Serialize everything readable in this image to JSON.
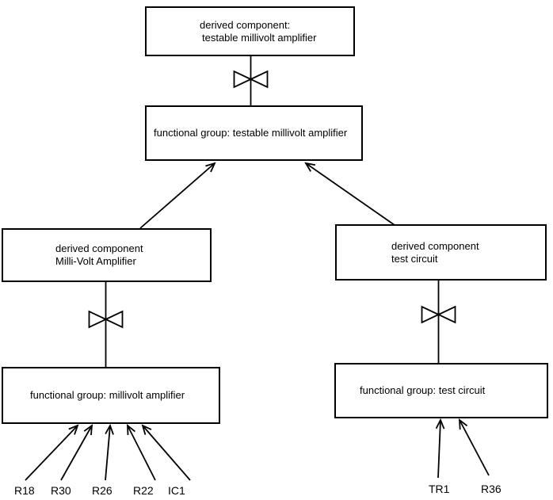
{
  "diagram": {
    "background_color": "#ffffff",
    "line_color": "#000000",
    "boxes": {
      "derived_testable": {
        "line1": "derived component:",
        "line2": "testable millivolt amplifier"
      },
      "functional_testable": {
        "label": "functional group: testable millivolt amplifier"
      },
      "derived_millivolt": {
        "line1": "derived component",
        "line2": "Milli-Volt Amplifier"
      },
      "derived_test": {
        "line1": "derived component",
        "line2": "test circuit"
      },
      "functional_millivolt": {
        "label": "functional group: millivolt amplifier"
      },
      "functional_test": {
        "label": "functional group: test circuit"
      }
    },
    "component_labels_left": [
      "R18",
      "R30",
      "R26",
      "R22",
      "IC1"
    ],
    "component_labels_right": [
      "TR1",
      "R36"
    ],
    "symbols": {
      "composition_connector": "bowtie-icon",
      "aggregation_connector": "open-arrowhead-icon"
    }
  }
}
